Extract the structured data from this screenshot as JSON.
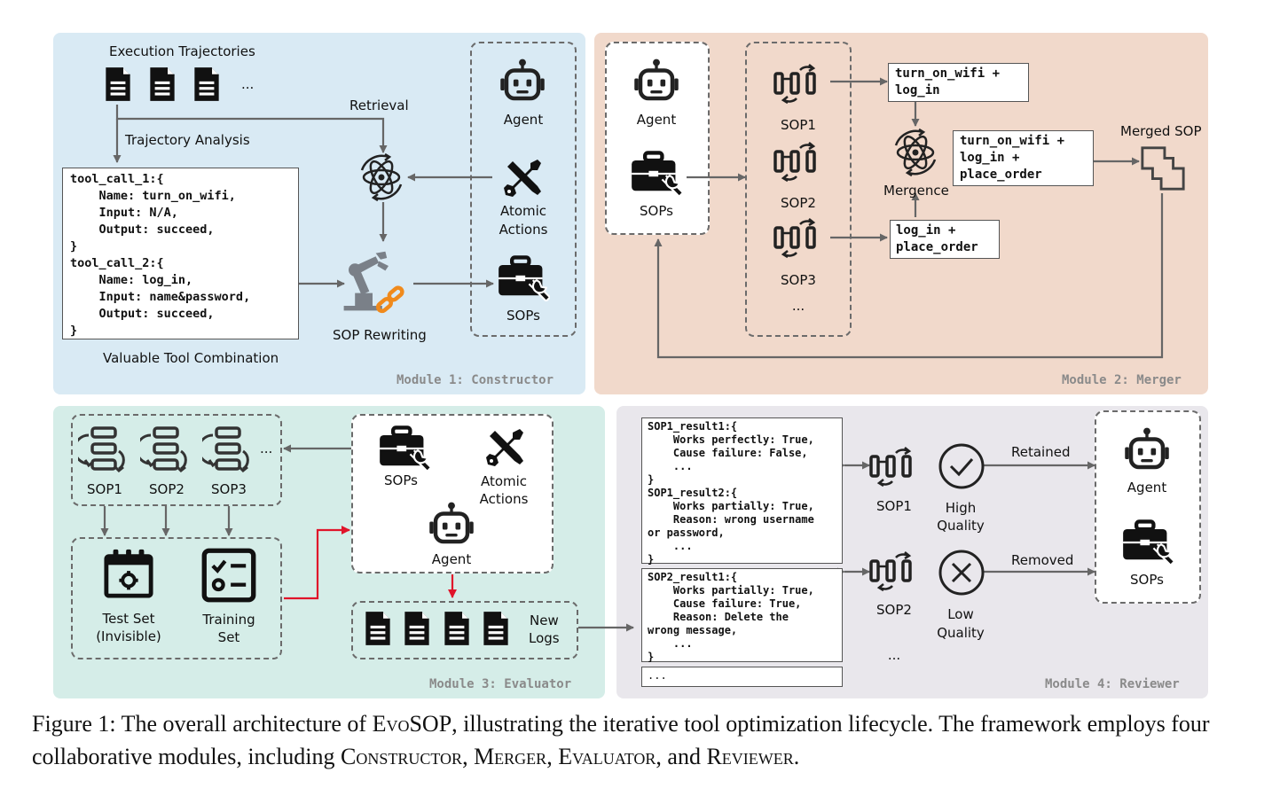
{
  "m1": {
    "label": "Module 1: Constructor",
    "exec_traj": "Execution Trajectories",
    "ellipsis": "...",
    "retrieval": "Retrieval",
    "traj_analysis": "Trajectory Analysis",
    "code": "tool_call_1:{\n    Name: turn_on_wifi,\n    Input: N/A,\n    Output: succeed,\n}\ntool_call_2:{\n    Name: log_in,\n    Input: name&password,\n    Output: succeed,\n}",
    "valuable": "Valuable Tool Combination",
    "sop_rewriting": "SOP Rewriting",
    "agent": "Agent",
    "atomic": "Atomic",
    "actions": "Actions",
    "sops": "SOPs"
  },
  "m2": {
    "label": "Module 2: Merger",
    "agent": "Agent",
    "sops": "SOPs",
    "sop1": "SOP1",
    "sop2": "SOP2",
    "sop3": "SOP3",
    "ellipsis": "...",
    "box1": "turn_on_wifi +\nlog_in",
    "box2": "turn_on_wifi +\nlog_in +\nplace_order",
    "box3": "log_in +\nplace_order",
    "mergence": "Mergence",
    "merged_sop": "Merged SOP"
  },
  "m3": {
    "label": "Module 3: Evaluator",
    "sop1": "SOP1",
    "sop2": "SOP2",
    "sop3": "SOP3",
    "ellipsis": "...",
    "test_set_1": "Test Set",
    "test_set_2": "(Invisible)",
    "training_1": "Training",
    "training_2": "Set",
    "sops": "SOPs",
    "atomic": "Atomic",
    "actions": "Actions",
    "agent": "Agent",
    "new": "New",
    "logs": "Logs"
  },
  "m4": {
    "label": "Module 4: Reviewer",
    "result1": "SOP1_result1:{\n    Works perfectly: True,\n    Cause failure: False,\n    ...\n}\nSOP1_result2:{\n    Works partially: True,\n    Reason: wrong username\nor password,\n    ...\n}",
    "result2": "SOP2_result1:{\n    Works partially: True,\n    Cause failure: True,\n    Reason: Delete the\nwrong message,\n    ...\n}",
    "result3": "...",
    "sop1": "SOP1",
    "sop2": "SOP2",
    "ellipsis": "...",
    "high_1": "High",
    "high_2": "Quality",
    "low_1": "Low",
    "low_2": "Quality",
    "retained": "Retained",
    "removed": "Removed",
    "agent": "Agent",
    "sops": "SOPs"
  },
  "caption": {
    "p1": "Figure 1: The overall architecture of ",
    "evo": "EvoSOP",
    "p2": ", illustrating the iterative tool optimization lifecycle. The framework employs four collaborative modules, including ",
    "c": "Constructor",
    "s1": ", ",
    "m": "Merger",
    "s2": ", ",
    "e": "Evaluator",
    "s3": ", and ",
    "r": "Reviewer",
    "end": "."
  }
}
